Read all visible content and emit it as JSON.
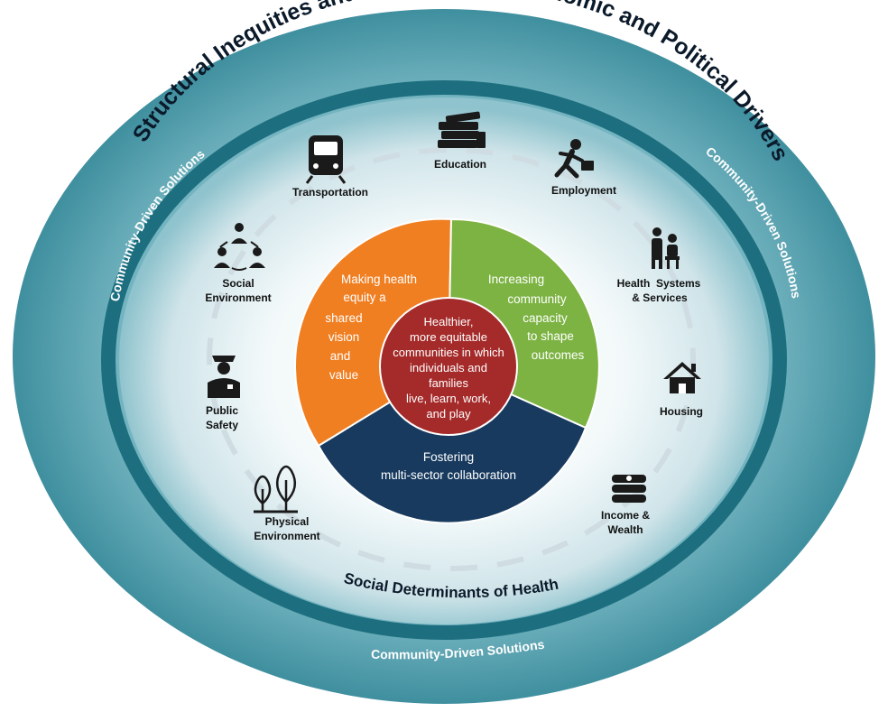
{
  "outer_ring": {
    "title": "Structural Inequities and Biases, Socioeconomic and Political Drivers",
    "solutions_left": "Community-Driven Solutions",
    "solutions_right": "Community-Driven Solutions",
    "solutions_bottom": "Community-Driven Solutions"
  },
  "sdoh_label": "Social Determinants of Health",
  "determinants": {
    "education": "Education",
    "transportation": "Transportation",
    "employment": "Employment",
    "social_1": "Social",
    "social_2": "Environment",
    "health_1": "Health  Systems",
    "health_2": "& Services",
    "housing": "Housing",
    "safety_1": "Public",
    "safety_2": "Safety",
    "income_1": "Income &",
    "income_2": "Wealth",
    "physical_1": "Physical",
    "physical_2": "Environment"
  },
  "segments": {
    "orange": [
      "Making health",
      "equity  a",
      "shared",
      "vision",
      "and",
      "value"
    ],
    "green": [
      "Increasing",
      "community",
      "capacity",
      "to shape",
      "outcomes"
    ],
    "navy": [
      "Fostering",
      "multi-sector collaboration"
    ]
  },
  "center": [
    "Healthier,",
    "more equitable",
    "communities  in which",
    "individuals and",
    "families",
    "live, learn, work,",
    "and play"
  ],
  "colors": {
    "teal_dark": "#1d6f80",
    "teal_mid": "#4e9fae",
    "orange": "#f07f22",
    "green": "#7cb342",
    "navy": "#173a5e",
    "red": "#a52a2a",
    "dash": "#cfdde2"
  }
}
